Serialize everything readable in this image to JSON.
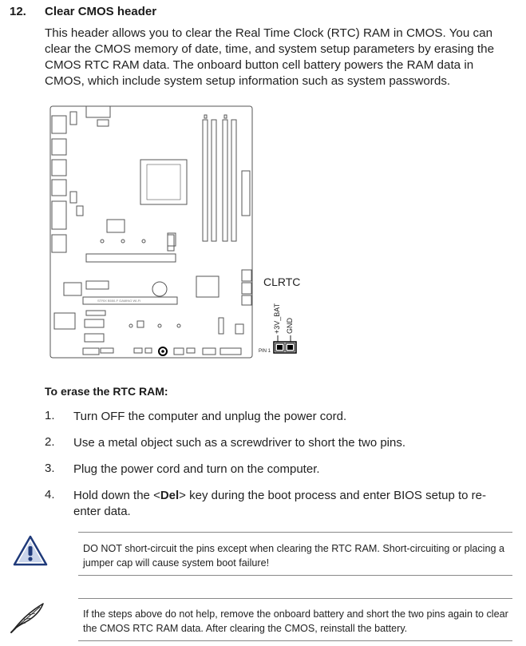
{
  "section": {
    "number": "12.",
    "title": "Clear CMOS header",
    "intro": "This header allows you to clear the Real Time Clock (RTC) RAM in CMOS. You can clear the CMOS memory of date, time, and system setup parameters by erasing the CMOS RTC RAM data. The onboard button cell battery powers the RAM data in CMOS, which include system setup information such as system passwords."
  },
  "diagram": {
    "header_label": "CLRTC",
    "pin_labels": [
      "+3V_BAT",
      "GND"
    ],
    "pin1_label": "PIN 1",
    "board_text": "STRIX B550-F GAMING WI-FI"
  },
  "erase": {
    "title": "To erase the RTC RAM:",
    "steps": [
      {
        "num": "1.",
        "text": "Turn OFF the computer and unplug the power cord."
      },
      {
        "num": "2.",
        "text": "Use a metal object such as a screwdriver to short the two pins."
      },
      {
        "num": "3.",
        "text": "Plug the power cord and turn on the computer."
      },
      {
        "num": "4.",
        "pre": "Hold down the <",
        "key": "Del",
        "post": "> key during the boot process and enter BIOS setup to re-enter data."
      }
    ]
  },
  "notes": {
    "warning": "DO NOT short-circuit the pins except when clearing the RTC RAM. Short-circuiting or placing a jumper cap will cause system boot failure!",
    "tip": "If the steps above do not help, remove the onboard battery and short the two pins again to clear the CMOS RTC RAM data. After clearing the CMOS, reinstall the battery."
  }
}
